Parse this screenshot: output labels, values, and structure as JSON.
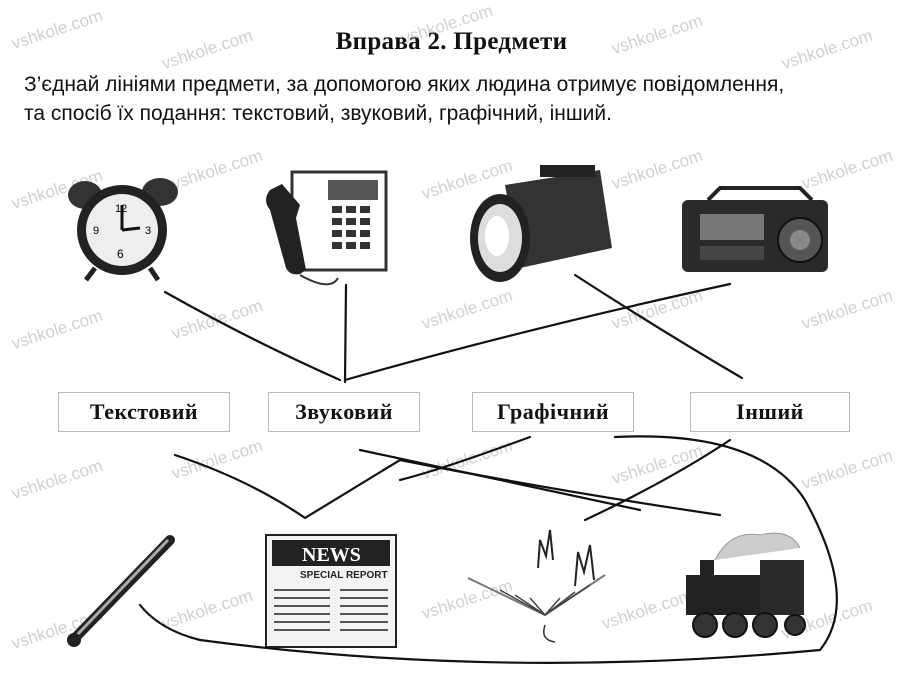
{
  "exercise": {
    "title": "Вправа 2. Предмети",
    "instruction_line1": "З’єднай лініями предмети, за допомогою яких людина отримує повідомлення,",
    "instruction_line2": "та спосіб їх подання: текстовий, звуковий, графічний, інший."
  },
  "top_items": [
    {
      "icon": "alarm-clock-icon"
    },
    {
      "icon": "telephone-icon"
    },
    {
      "icon": "flashlight-icon"
    },
    {
      "icon": "radio-cassette-player-icon"
    }
  ],
  "categories": [
    {
      "label": "Текстовий"
    },
    {
      "label": "Звуковий"
    },
    {
      "label": "Графічний"
    },
    {
      "label": "Інший"
    }
  ],
  "bottom_items": [
    {
      "icon": "thermometer-icon"
    },
    {
      "icon": "newspaper-icon",
      "headline": "NEWS",
      "subhead": "SPECIAL REPORT"
    },
    {
      "icon": "seismograph-icon"
    },
    {
      "icon": "steam-locomotive-icon"
    }
  ],
  "clock_numbers": {
    "n12": "12",
    "n9": "9",
    "n3": "3",
    "n6": "6"
  },
  "watermark": "vshkole.com"
}
